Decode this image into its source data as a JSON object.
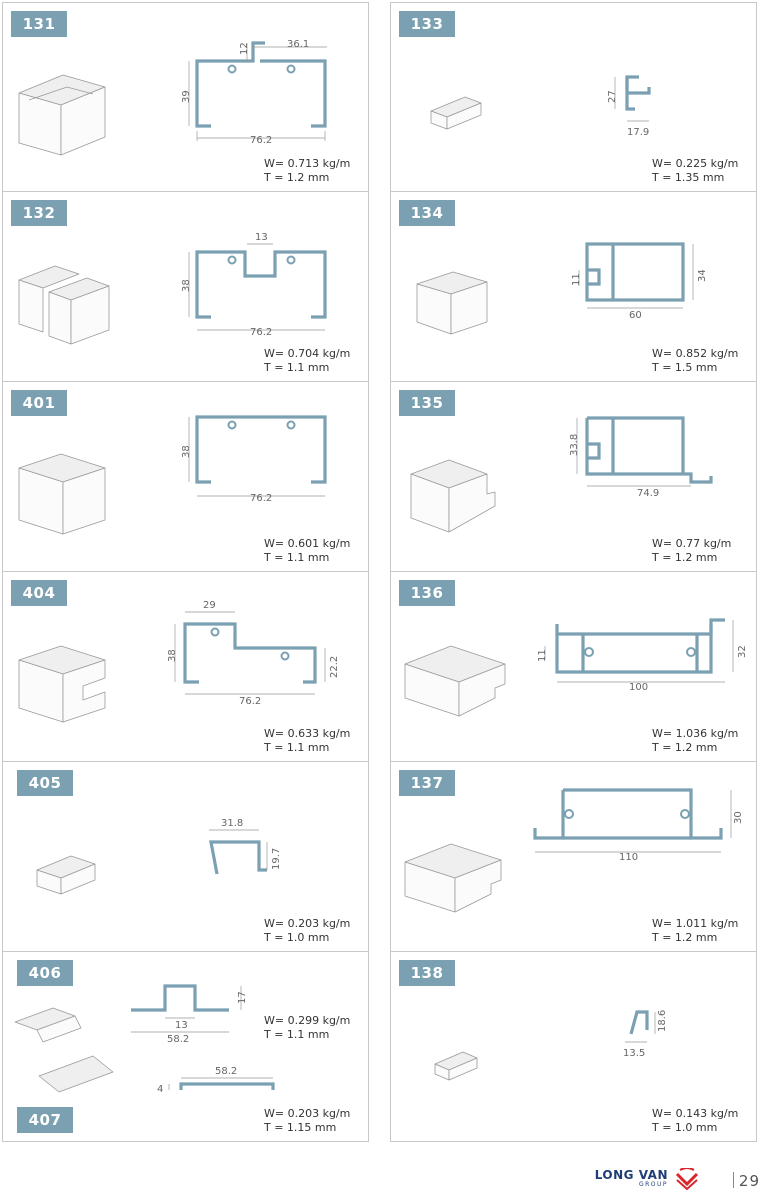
{
  "left": [
    {
      "code": "131",
      "weight": "W= 0.713 kg/m",
      "thickness": "T = 1.2 mm",
      "dims": [
        "12",
        "36.1",
        "39",
        "76.2"
      ]
    },
    {
      "code": "132",
      "weight": "W= 0.704 kg/m",
      "thickness": "T = 1.1 mm",
      "dims": [
        "13",
        "38",
        "76.2"
      ]
    },
    {
      "code": "401",
      "weight": "W= 0.601 kg/m",
      "thickness": "T = 1.1 mm",
      "dims": [
        "38",
        "76.2"
      ]
    },
    {
      "code": "404",
      "weight": "W= 0.633 kg/m",
      "thickness": "T = 1.1 mm",
      "dims": [
        "29",
        "38",
        "22.2",
        "76.2"
      ]
    },
    {
      "code": "405",
      "weight": "W= 0.203 kg/m",
      "thickness": "T = 1.0 mm",
      "dims": [
        "31.8",
        "19.7"
      ]
    },
    {
      "code": "406",
      "code2": "407",
      "weight": "W= 0.299 kg/m",
      "thickness": "T = 1.1 mm",
      "weight2": "W= 0.203 kg/m",
      "thickness2": "T = 1.15 mm",
      "dims": [
        "17",
        "13",
        "58.2",
        "58.2",
        "4"
      ]
    }
  ],
  "right": [
    {
      "code": "133",
      "weight": "W= 0.225 kg/m",
      "thickness": "T = 1.35 mm",
      "dims": [
        "27",
        "17.9"
      ]
    },
    {
      "code": "134",
      "weight": "W= 0.852 kg/m",
      "thickness": "T = 1.5 mm",
      "dims": [
        "11",
        "34",
        "60"
      ]
    },
    {
      "code": "135",
      "weight": "W= 0.77 kg/m",
      "thickness": "T = 1.2 mm",
      "dims": [
        "33.8",
        "74.9"
      ]
    },
    {
      "code": "136",
      "weight": "W= 1.036 kg/m",
      "thickness": "T = 1.2 mm",
      "dims": [
        "11",
        "32",
        "100"
      ]
    },
    {
      "code": "137",
      "weight": "W= 1.011 kg/m",
      "thickness": "T = 1.2 mm",
      "dims": [
        "30",
        "110"
      ]
    },
    {
      "code": "138",
      "weight": "W= 0.143 kg/m",
      "thickness": "T = 1.0 mm",
      "dims": [
        "18.6",
        "13.5"
      ]
    }
  ],
  "footer": {
    "brand": "LONG VAN",
    "sub": "GROUP",
    "page": "29"
  },
  "colors": {
    "profile": "#7aa0b2",
    "tag": "#7aa0b2",
    "brand": "#1e3c78",
    "logo_red": "#d9262c"
  }
}
